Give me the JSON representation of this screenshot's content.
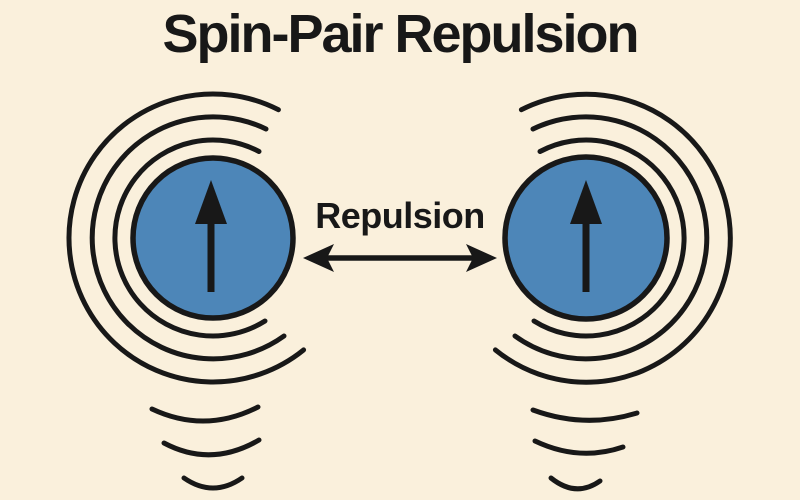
{
  "title": "Spin-Pair Repulsion",
  "center": {
    "label": "Repulsion",
    "arrow": "double-headed-horizontal-arrow"
  },
  "particles": {
    "left": {
      "name": "electron-left",
      "spin": "up",
      "spin_symbol": "↑"
    },
    "right": {
      "name": "electron-right",
      "spin": "up",
      "spin_symbol": "↑"
    }
  },
  "colors": {
    "background": "#faf0dc",
    "particle_fill": "#4d86b8",
    "ink": "#181818"
  }
}
